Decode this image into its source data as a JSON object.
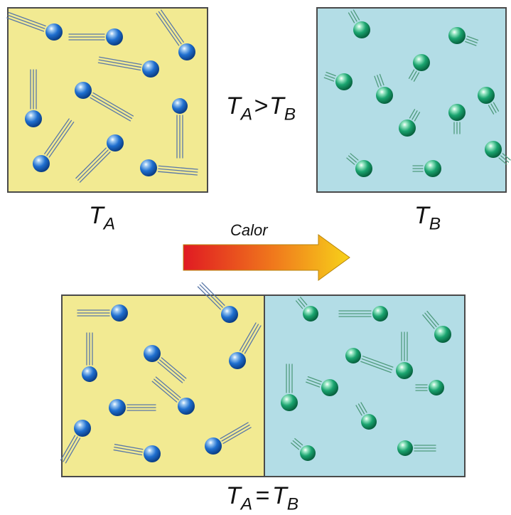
{
  "labels": {
    "t_a": "T",
    "t_a_sub": "A",
    "t_b": "T",
    "t_b_sub": "B",
    "compare_t1": "T",
    "compare_s1": "A",
    "compare_op": ">",
    "compare_t2": "T",
    "compare_s2": "B",
    "heat": "Calor",
    "equal_t1": "T",
    "equal_s1": "A",
    "equal_op": "=",
    "equal_t2": "T",
    "equal_s2": "B"
  },
  "colors": {
    "hot_bg": "#f2ea92",
    "cold_bg": "#b3dde6",
    "hot_particle": "#1f6fcf",
    "cold_particle": "#1aa46f",
    "border": "#4a4a4a",
    "arrow_start": "#e01a22",
    "arrow_end": "#f7d21a"
  },
  "icons": {
    "hot_particle": "blue-sphere-fast-particle-icon",
    "cold_particle": "green-sphere-slow-particle-icon",
    "heat_arrow": "right-arrow-icon"
  }
}
